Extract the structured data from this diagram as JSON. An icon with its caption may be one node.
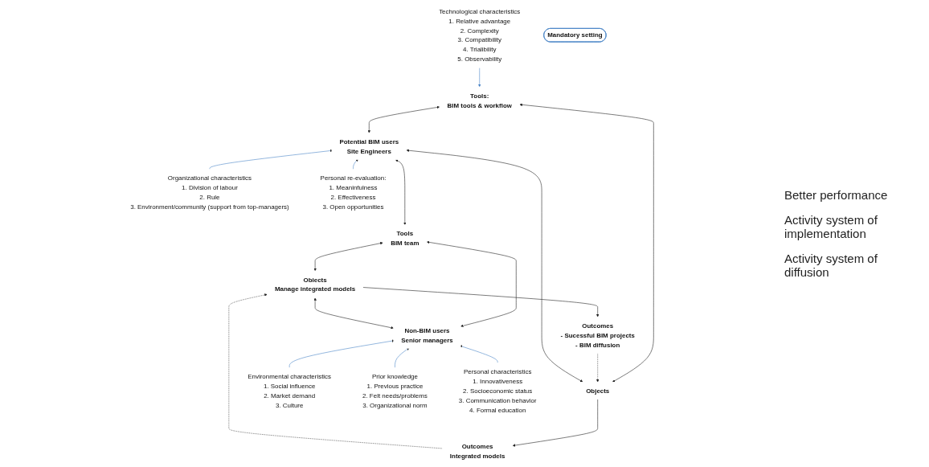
{
  "diagram": {
    "nodes": [
      {
        "text": [
          "Tools:",
          "BIM tools & workflow"
        ]
      },
      {
        "text": [
          "Technological characteristics",
          "1. Relative advantage",
          "2. Complexity",
          "3. Compatibility",
          "4. Trialibility",
          "5. Observability"
        ]
      },
      {
        "text": [
          "Organizational characteristics",
          "1. Division of labour",
          "2. Rule",
          "3. Environment/community (support from top-managers)"
        ]
      },
      {
        "text": [
          "Potential BIM users",
          "Site Engineers"
        ]
      },
      {
        "text": [
          "Personal re-evaluation:",
          "1. Meaninfulness",
          "2. Effectiveness",
          "3. Open opportunities"
        ]
      },
      {
        "text": [
          "Objects"
        ]
      },
      {
        "text": [
          "Outcomes",
          "Integrated models"
        ]
      },
      {
        "text": [
          "Tools",
          "BIM team"
        ]
      },
      {
        "text": [
          "Obiects",
          "Manage integrated models"
        ]
      },
      {
        "text": [
          "Outcomes",
          "- Sucessful BIM projects",
          "- BIM diffusion"
        ]
      },
      {
        "text": [
          "Mandatory setting"
        ]
      },
      {
        "text": [
          "Environmental characteristics",
          "1. Social influence",
          "2. Market demand",
          "3. Culture"
        ]
      },
      {
        "text": [
          "Prior knowledge",
          "1. Previous practice",
          "2. Felt needs/problems",
          "3. Organizational norm"
        ]
      },
      {
        "text": [
          "Non-BIM users",
          "Senior managers"
        ]
      },
      {
        "text": [
          "Personal characteristics",
          "1. Innovativeness",
          "2. Socioeconomic status",
          "3. Communication behavior",
          "4. Formal education"
        ]
      }
    ],
    "edges": [
      {
        "from": 1,
        "to": 0,
        "arrow": "to",
        "color": "#4a86c8"
      },
      {
        "from": 2,
        "to": 3,
        "arrow": "to",
        "color": "#4a86c8"
      },
      {
        "from": 4,
        "to": 3,
        "arrow": "to",
        "color": "#4a86c8"
      },
      {
        "from": 0,
        "to": 3,
        "arrow": "both"
      },
      {
        "from": 0,
        "to": 5,
        "arrow": "both"
      },
      {
        "from": 3,
        "to": 5,
        "arrow": "both"
      },
      {
        "from": 3,
        "to": 7,
        "arrow": "both"
      },
      {
        "from": 5,
        "to": 6,
        "arrow": "to"
      },
      {
        "from": 7,
        "to": 8,
        "arrow": "both"
      },
      {
        "from": 8,
        "to": 9,
        "arrow": "to"
      },
      {
        "from": 6,
        "to": 8,
        "arrow": "to",
        "style": "dashed"
      },
      {
        "from": 9,
        "to": 5,
        "arrow": "to",
        "style": "dashed"
      },
      {
        "from": 7,
        "to": 13,
        "arrow": "both"
      },
      {
        "from": 8,
        "to": 13,
        "arrow": "both"
      },
      {
        "from": 11,
        "to": 13,
        "arrow": "to",
        "color": "#4a86c8"
      },
      {
        "from": 12,
        "to": 13,
        "arrow": "to",
        "color": "#4a86c8"
      },
      {
        "from": 14,
        "to": 13,
        "arrow": "to",
        "color": "#4a86c8"
      }
    ],
    "labels": [
      "Better performance",
      "Activity system of implementation",
      "Activity system of diffusion"
    ]
  }
}
